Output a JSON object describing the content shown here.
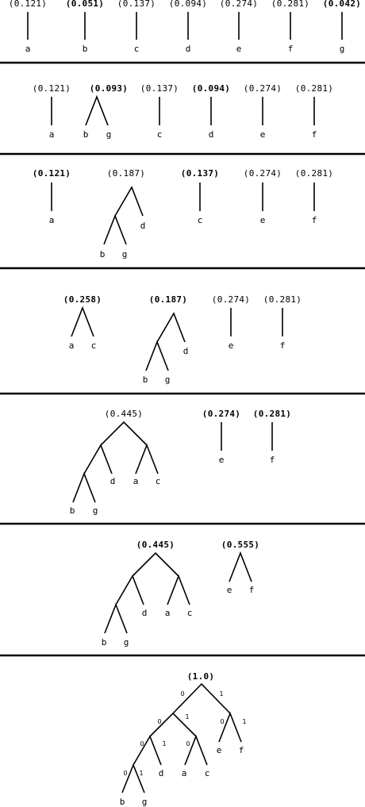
{
  "steps": [
    {
      "trees": [
        {
          "weight": "(0.121)",
          "bold": false,
          "leaf": "a"
        },
        {
          "weight": "(0.051)",
          "bold": true,
          "leaf": "b"
        },
        {
          "weight": "(0.137)",
          "bold": false,
          "leaf": "c"
        },
        {
          "weight": "(0.094)",
          "bold": false,
          "leaf": "d"
        },
        {
          "weight": "(0.274)",
          "bold": false,
          "leaf": "e"
        },
        {
          "weight": "(0.281)",
          "bold": false,
          "leaf": "f"
        },
        {
          "weight": "(0.042)",
          "bold": true,
          "leaf": "g"
        }
      ]
    },
    {
      "trees": [
        {
          "weight": "(0.121)",
          "bold": false,
          "leaf": "a"
        },
        {
          "weight": "(0.093)",
          "bold": true,
          "leaves": [
            "b",
            "g"
          ]
        },
        {
          "weight": "(0.137)",
          "bold": false,
          "leaf": "c"
        },
        {
          "weight": "(0.094)",
          "bold": true,
          "leaf": "d"
        },
        {
          "weight": "(0.274)",
          "bold": false,
          "leaf": "e"
        },
        {
          "weight": "(0.281)",
          "bold": false,
          "leaf": "f"
        }
      ]
    },
    {
      "trees": [
        {
          "weight": "(0.121)",
          "bold": true,
          "leaf": "a"
        },
        {
          "weight": "(0.187)",
          "bold": false,
          "leaves": [
            "b",
            "g",
            "d"
          ]
        },
        {
          "weight": "(0.137)",
          "bold": true,
          "leaf": "c"
        },
        {
          "weight": "(0.274)",
          "bold": false,
          "leaf": "e"
        },
        {
          "weight": "(0.281)",
          "bold": false,
          "leaf": "f"
        }
      ]
    },
    {
      "trees": [
        {
          "weight": "(0.258)",
          "bold": false,
          "leaves": [
            "a",
            "c"
          ]
        },
        {
          "weight": "(0.187)",
          "bold": false,
          "leaves": [
            "b",
            "g",
            "d"
          ]
        },
        {
          "weight": "(0.274)",
          "bold": false,
          "leaf": "e"
        },
        {
          "weight": "(0.281)",
          "bold": false,
          "leaf": "f"
        }
      ]
    },
    {
      "trees": [
        {
          "weight": "(0.445)",
          "bold": false,
          "leaves": [
            "b",
            "g",
            "d",
            "a",
            "c"
          ]
        },
        {
          "weight": "(0.274)",
          "bold": true,
          "leaf": "e"
        },
        {
          "weight": "(0.281)",
          "bold": true,
          "leaf": "f"
        }
      ]
    },
    {
      "trees": [
        {
          "weight": "(0.445)",
          "bold": false,
          "leaves": [
            "b",
            "g",
            "d",
            "a",
            "c"
          ]
        },
        {
          "weight": "(0.555)",
          "bold": false,
          "leaves": [
            "e",
            "f"
          ]
        }
      ]
    },
    {
      "trees": [
        {
          "weight": "(1.0)",
          "bold": false,
          "leaves": [
            "b",
            "g",
            "d",
            "a",
            "c",
            "e",
            "f"
          ]
        }
      ]
    }
  ],
  "branch_bits": {
    "left": "0",
    "right": "1"
  }
}
